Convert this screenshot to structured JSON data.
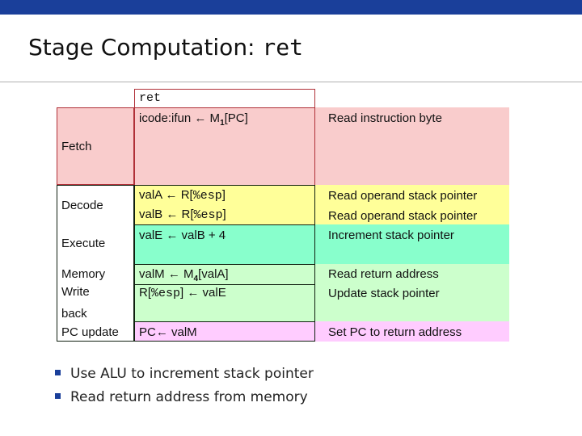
{
  "slide": {
    "title_prefix": "Stage Computation: ",
    "title_code": "ret"
  },
  "table": {
    "header_instr": "ret",
    "stages": {
      "fetch": "Fetch",
      "decode": "Decode",
      "execute": "Execute",
      "memory": "Memory",
      "write": "Write",
      "back": "back",
      "pc_update": "PC update"
    },
    "fetch": {
      "op_a": "icode:ifun ",
      "op_arrow": "←",
      "op_b": " M",
      "op_sub": "1",
      "op_c": "[PC]",
      "comment": "Read instruction byte"
    },
    "decode": {
      "line1_a": "valA ",
      "line1_arrow": "←",
      "line1_b": " R[",
      "line1_reg": "%esp",
      "line1_c": "]",
      "line2_a": "valB ",
      "line2_arrow": "←",
      "line2_b": " R[",
      "line2_reg": "%esp",
      "line2_c": "]",
      "comment1": "Read operand stack pointer",
      "comment2": "Read operand stack pointer"
    },
    "execute": {
      "op_a": "valE ",
      "op_arrow": "←",
      "op_b": " valB + 4",
      "comment": "Increment stack pointer"
    },
    "memory": {
      "op_a": "valM ",
      "op_arrow": "←",
      "op_b": " M",
      "op_sub": "4",
      "op_c": "[valA]",
      "comment": "Read return address"
    },
    "writeback": {
      "op_a": "R[",
      "op_reg": "%esp",
      "op_b": "] ",
      "op_arrow": "←",
      "op_c": " valE",
      "comment": "Update stack pointer"
    },
    "pc": {
      "op_a": "PC",
      "op_arrow": "←",
      "op_b": " valM",
      "comment": "Set PC to return address"
    }
  },
  "bullets": [
    "Use ALU to increment stack pointer",
    "Read return address from memory"
  ],
  "colors": {
    "top_bar": "#1a3f9a",
    "fetch_bg": "#f9cccc",
    "decode_bg": "#ffff99",
    "execute_bg": "#88ffcc",
    "memory_bg": "#ccffcc",
    "pc_bg": "#ffccff"
  }
}
